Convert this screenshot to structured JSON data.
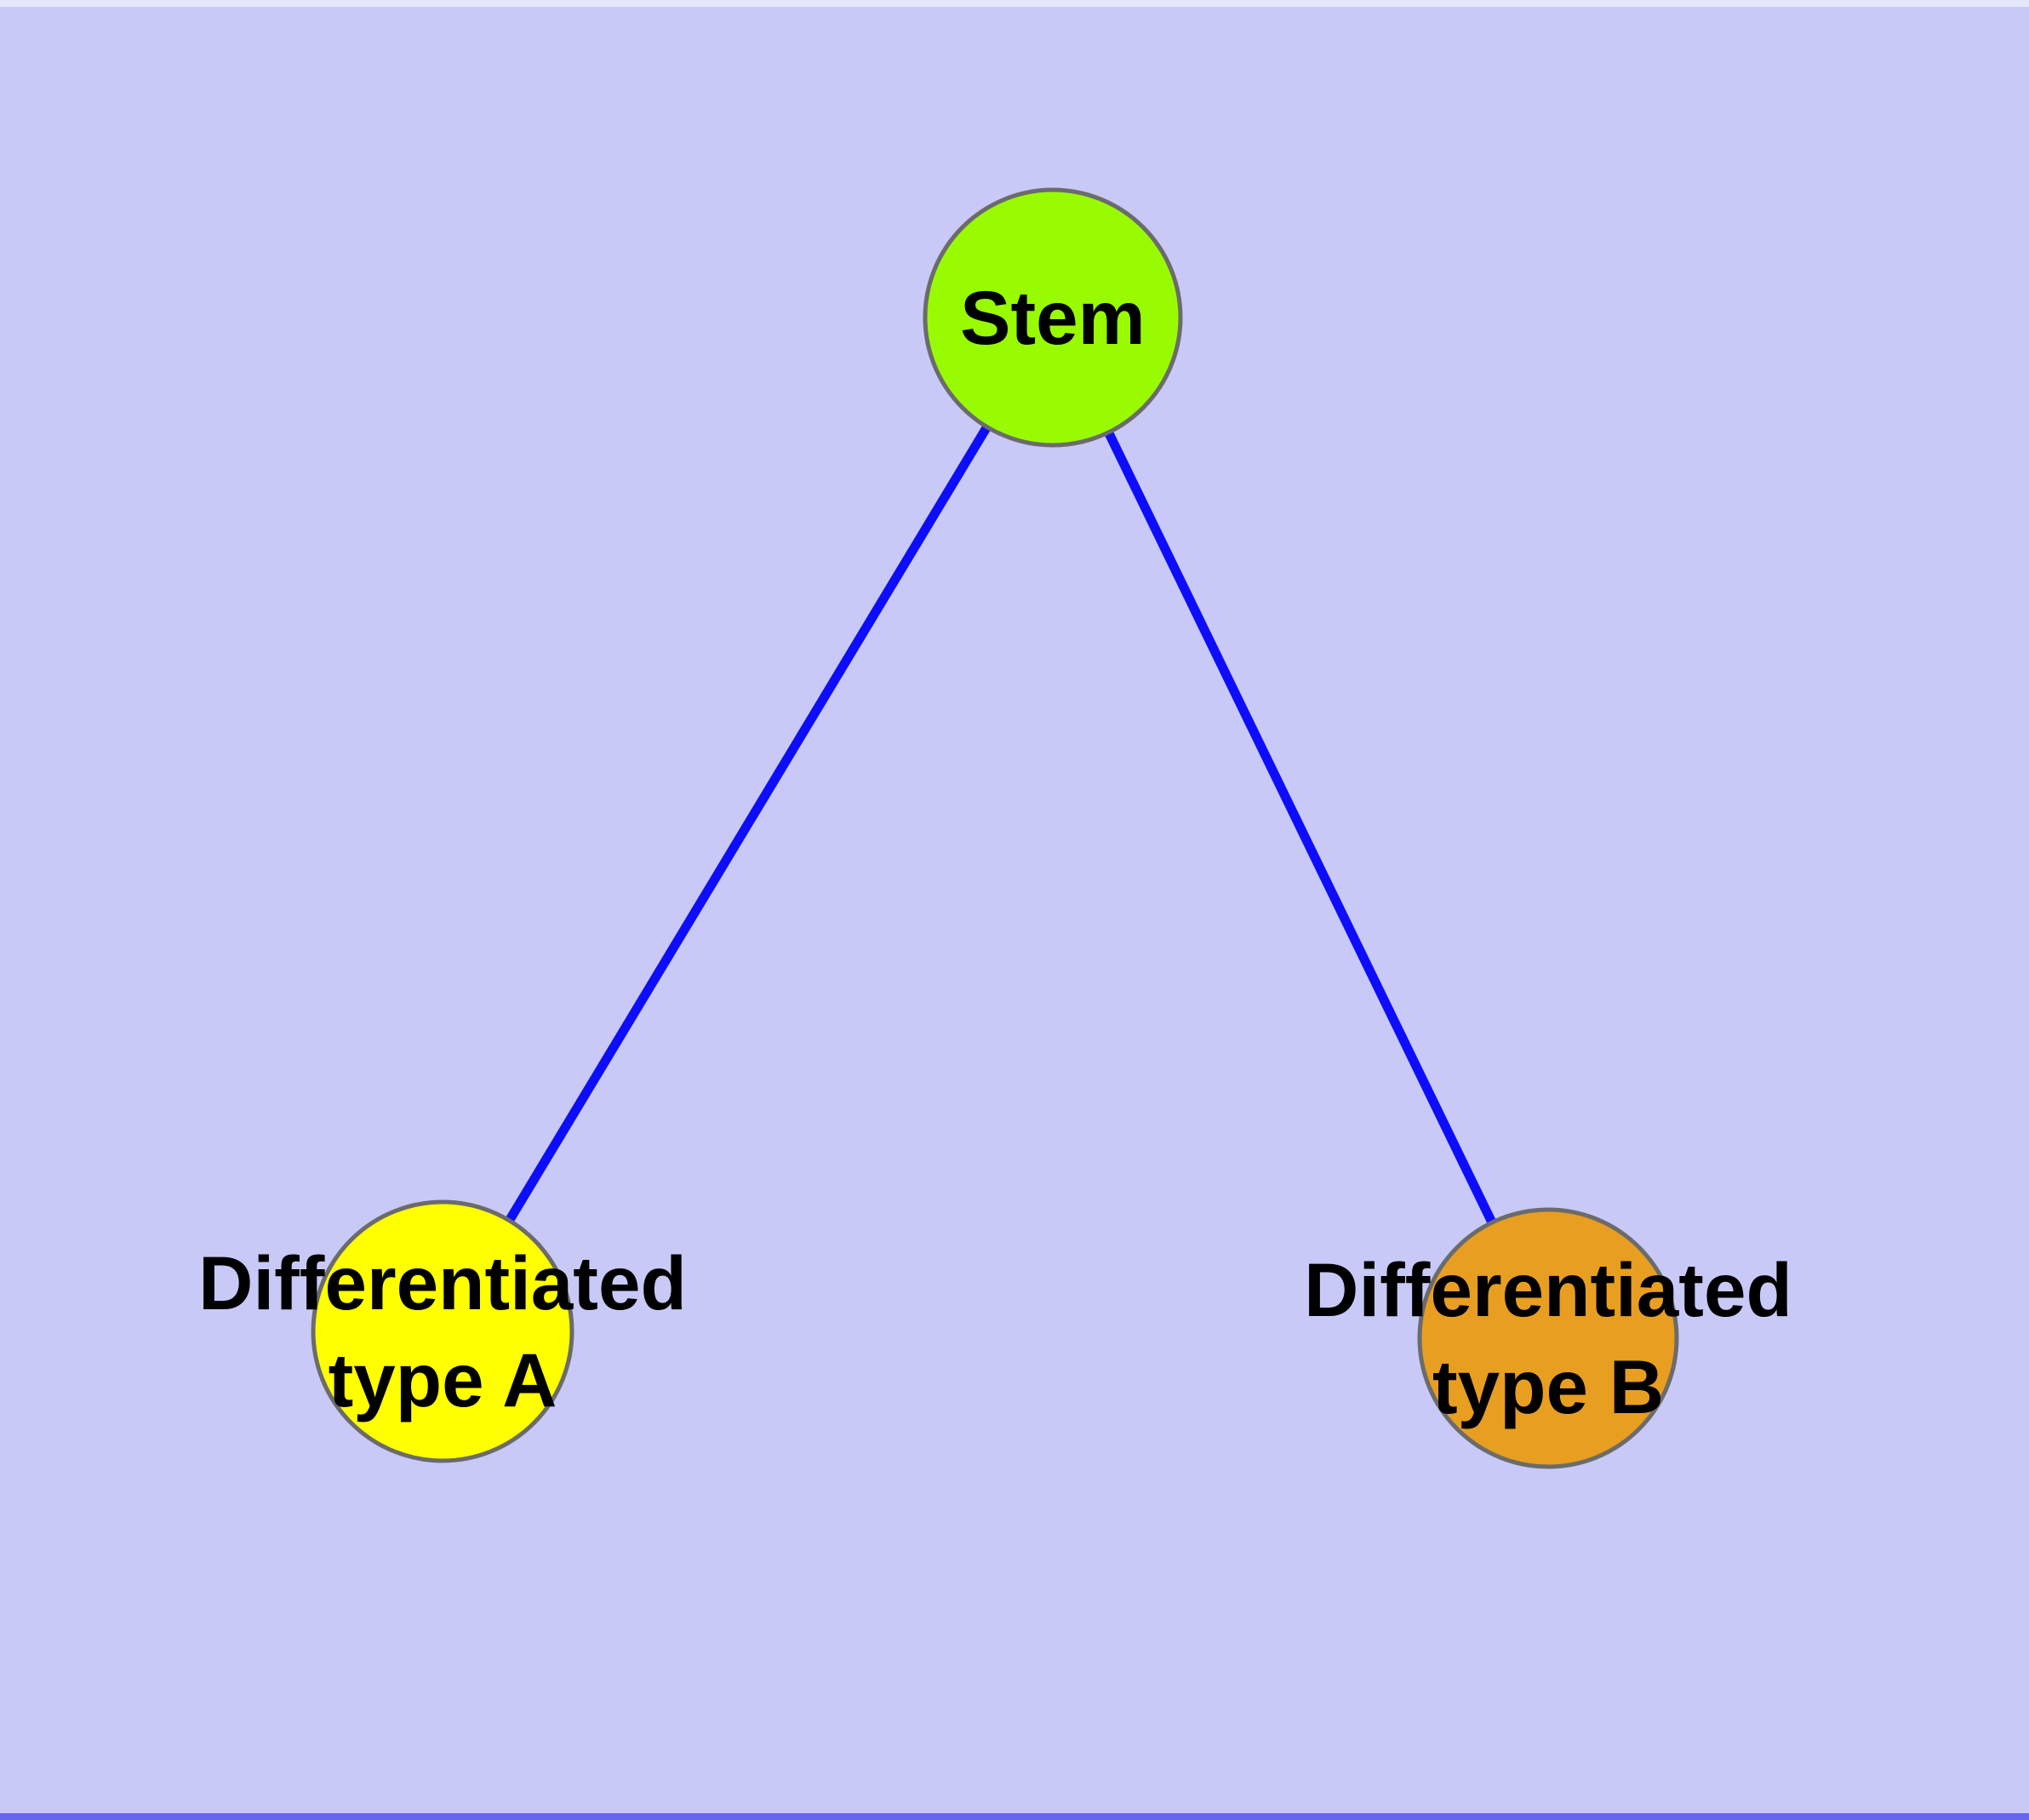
{
  "diagram": {
    "type": "node-link-graph",
    "description": "Stem cell differentiation diagram: one stem node branching to two differentiated cell type nodes",
    "colors": {
      "background": "#c9c9f8",
      "top_strip": "#e7e7fc",
      "bottom_strip": "#6666ee",
      "edge": "#0d0dfc",
      "node_border": "#6b6b6b",
      "label_text": "#000000",
      "stem_fill": "#99fb01",
      "type_a_fill": "#ffff00",
      "type_b_fill": "#e89e20"
    },
    "nodes": {
      "stem": {
        "label": "Stem",
        "fill": "#99fb01"
      },
      "type_a": {
        "label_line1": "Differentiated",
        "label_line2": "type A",
        "fill": "#ffff00"
      },
      "type_b": {
        "label_line1": "Differentiated",
        "label_line2": "type B",
        "fill": "#e89e20"
      }
    },
    "edges": [
      {
        "from": "Stem",
        "to": "Differentiated type A"
      },
      {
        "from": "Stem",
        "to": "Differentiated type B"
      }
    ]
  }
}
